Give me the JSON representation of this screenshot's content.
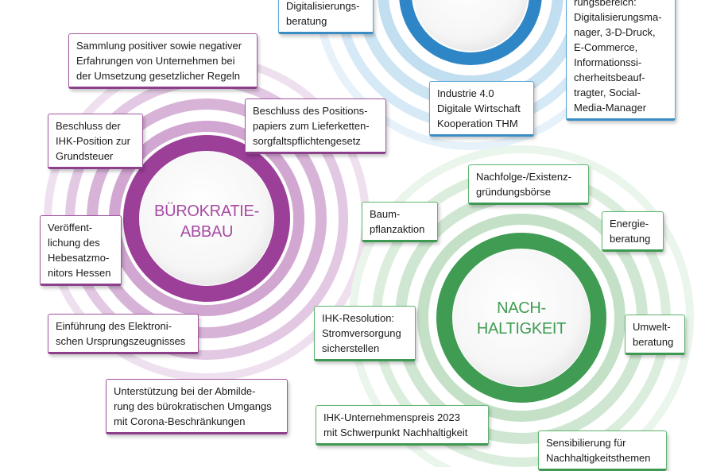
{
  "hubs": {
    "buerokratie": {
      "line1": "BÜROKRATIE-",
      "line2": "ABBAU",
      "color": "#9b3f98",
      "ring_color": "#d8b3d8",
      "text_color": "#a64ba3"
    },
    "nachhaltigkeit": {
      "line1": "NACH-",
      "line2": "HALTIGKEIT",
      "color": "#3f9c52",
      "ring_color": "#cfe7d2",
      "text_color": "#3f9c52"
    },
    "digital": {
      "color": "#2f86c6",
      "ring_color": "#cde4f3"
    }
  },
  "boxes": {
    "digitalisierungsberatung": "Digitalisierungs-\nberatung",
    "rungsbereich": "rungsbereich:\nDigitalisierungsma-\nnager, 3-D-Druck,\nE-Commerce,\nInformationssi-\ncherheitsbeauf-\ntragter, Social-\nMedia-Manager",
    "industrie": "Industrie 4.0\nDigitale Wirtschaft\nKooperation THM",
    "sammlung": "Sammlung positiver sowie negativer\nErfahrungen von Unternehmen bei\nder Umsetzung gesetzlicher Regeln",
    "grundsteuer": "Beschluss der\nIHK-Position zur\nGrundsteuer",
    "lieferketten": "Beschluss des Positions-\npapiers zum Lieferketten-\nsorgfaltspflichtengesetz",
    "hebesatz": "Veröffent-\nlichung des\nHebesatzmo-\nnitors Hessen",
    "ursprung": "Einführung des Elektroni-\nschen Ursprungszeugnisses",
    "corona": "Unterstützung bei der Abmilde-\nrung des bürokratischen Umgangs\nmit Corona-Beschränkungen",
    "nachfolge": "Nachfolge-/Existenz-\ngründungsbörse",
    "baum": "Baum-\npflanzaktion",
    "energie": "Energie-\nberatung",
    "resolution": "IHK-Resolution:\nStromversorgung\nsicherstellen",
    "umwelt": "Umwelt-\nberatung",
    "preis": "IHK-Unternehmenspreis 2023\nmit Schwerpunkt Nachhaltigkeit",
    "sensibilisierung": "Sensibilierung für\nNachhaltigkeitsthemen"
  }
}
